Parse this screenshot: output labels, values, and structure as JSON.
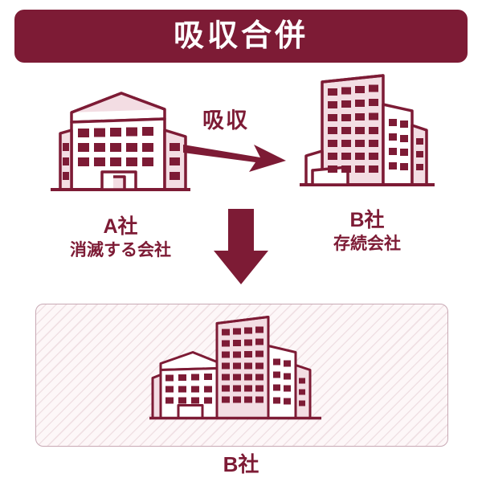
{
  "title": {
    "text": "吸収合併"
  },
  "colors": {
    "brand": "#7d1b35",
    "brand_light": "#b35a72",
    "panel_border": "#c8a9b4",
    "panel_bg": "#fdf7f8",
    "banner_text": "#ffffff"
  },
  "diagram": {
    "arrow_label": "吸収",
    "nodes": [
      {
        "id": "company-a",
        "label": "A社",
        "sublabel": "消滅する会社",
        "icon": "office-building-icon"
      },
      {
        "id": "company-b",
        "label": "B社",
        "sublabel": "存続会社",
        "icon": "tall-building-icon"
      }
    ],
    "arrows": [
      {
        "id": "absorb-arrow-horizontal",
        "direction": "right",
        "icon": "arrow-right-icon"
      },
      {
        "id": "merge-arrow-down",
        "direction": "down",
        "icon": "arrow-down-icon"
      }
    ]
  },
  "result": {
    "label": "B社",
    "icon": "merged-building-icon"
  }
}
